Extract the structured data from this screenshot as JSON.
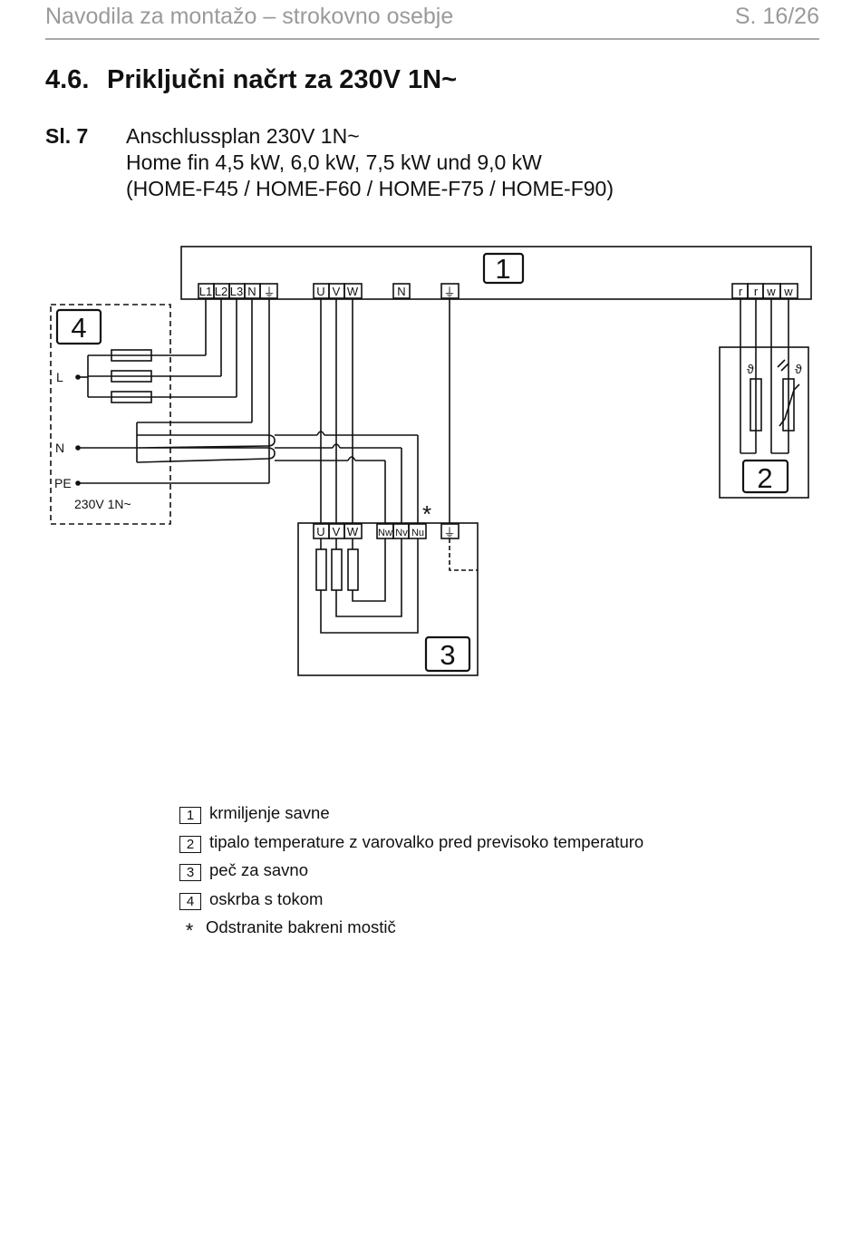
{
  "header": {
    "title": "Navodila za montažo – strokovno osebje",
    "page": "S. 16/26"
  },
  "section": {
    "number": "4.6.",
    "title": "Priključni načrt za 230V 1N~"
  },
  "figure": {
    "label": "Sl. 7",
    "caption": [
      "Anschlussplan 230V 1N~",
      "Home fin 4,5 kW, 6,0 kW, 7,5 kW und 9,0 kW",
      "(HOME-F45 / HOME-F60 / HOME-F75 / HOME-F90)"
    ]
  },
  "diagram": {
    "box_numbers": [
      "1",
      "2",
      "3",
      "4"
    ],
    "control_terminals": [
      "L1",
      "L2",
      "L3",
      "N",
      "⏚",
      "U",
      "V",
      "W",
      "N",
      "⏚"
    ],
    "sensor_terminals": [
      "r",
      "r",
      "w",
      "w"
    ],
    "heater_terminals": [
      "U",
      "V",
      "W",
      "Nw",
      "Nv",
      "Nu",
      "⏚"
    ],
    "supply_labels": {
      "l": "L",
      "n": "N",
      "pe": "PE",
      "voltage": "230V 1N~"
    },
    "sensor_symbols": [
      "ϑ",
      "ϑ"
    ],
    "asterisk": "*"
  },
  "legend": [
    {
      "key": "1",
      "text": "krmiljenje savne"
    },
    {
      "key": "2",
      "text": "tipalo temperature z varovalko pred previsoko temperaturo"
    },
    {
      "key": "3",
      "text": "peč za savno"
    },
    {
      "key": "4",
      "text": "oskrba s tokom"
    },
    {
      "key": "*",
      "text": "Odstranite bakreni mostič"
    }
  ]
}
